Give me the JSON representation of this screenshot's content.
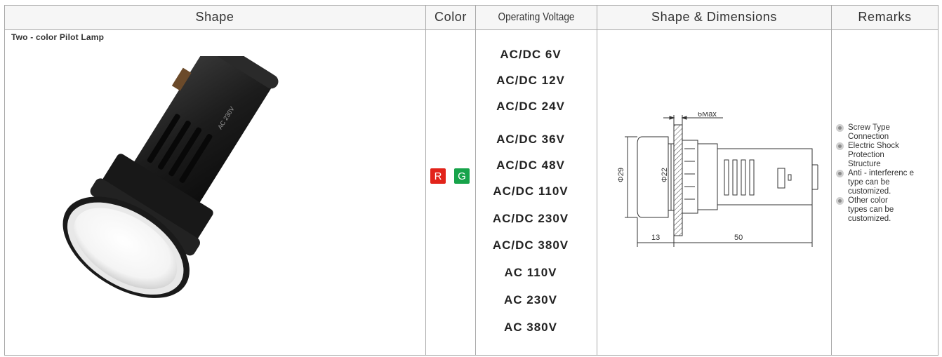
{
  "headers": {
    "shape": "Shape",
    "color": "Color",
    "voltage": "Operating Voltage",
    "dimensions": "Shape & Dimensions",
    "remarks": "Remarks"
  },
  "product": {
    "title": "Two - color Pilot Lamp",
    "lamp_marking": "AC 230V"
  },
  "colors": [
    {
      "label": "R",
      "hex": "#e2231a"
    },
    {
      "label": "G",
      "hex": "#17a34a"
    }
  ],
  "voltages": [
    "AC/DC 6V",
    "AC/DC 12V",
    "AC/DC 24V",
    "AC/DC 36V",
    "AC/DC 48V",
    "AC/DC 110V",
    "AC/DC 230V",
    "AC/DC 380V",
    "AC 110V",
    "AC 230V",
    "AC 380V"
  ],
  "dimensions": {
    "max_label": "6Max",
    "outer_diameter": "Φ29",
    "inner_diameter": "Φ22",
    "front_length": "13",
    "body_length": "50"
  },
  "remarks": [
    [
      "Screw Type",
      "Connection"
    ],
    [
      "Electric Shock",
      "Protection",
      "Structure"
    ],
    [
      "Anti - interferenc e",
      "type can be",
      "customized."
    ],
    [
      "Other color",
      "types can be",
      "customized."
    ]
  ]
}
